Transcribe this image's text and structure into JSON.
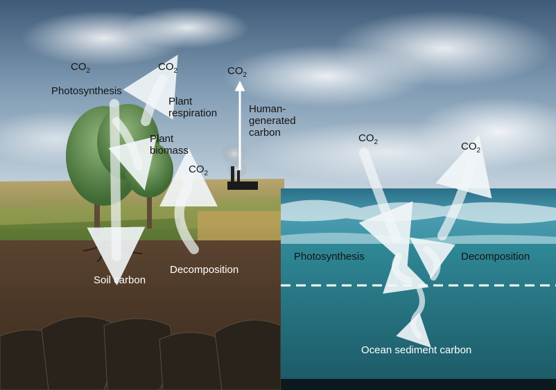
{
  "diagram": {
    "co2_tokens": {
      "photosynthesis_land": {
        "main": "CO",
        "sub": "2"
      },
      "plant_respiration": {
        "main": "CO",
        "sub": "2"
      },
      "human": {
        "main": "CO",
        "sub": "2"
      },
      "decomposition_land": {
        "main": "CO",
        "sub": "2"
      },
      "ocean_in": {
        "main": "CO",
        "sub": "2"
      },
      "ocean_out": {
        "main": "CO",
        "sub": "2"
      }
    },
    "labels": {
      "photosynthesis_land": "Photosynthesis",
      "plant_respiration": [
        "Plant",
        "respiration"
      ],
      "human_generated": [
        "Human-",
        "generated",
        "carbon"
      ],
      "plant_biomass": [
        "Plant",
        "biomass"
      ],
      "decomposition_land": "Decomposition",
      "soil_carbon": "Soil carbon",
      "ocean_photosynthesis": "Photosynthesis",
      "ocean_decomposition": "Decomposition",
      "ocean_sediment": "Ocean sediment carbon"
    },
    "colors": {
      "sky_top": "#3d5a78",
      "sky_bottom": "#c4d2dd",
      "soil": "#4e3a27",
      "ocean_surface": "#2f7e94",
      "ocean_deep": "#22697a",
      "arrow": "#f2f6f8"
    }
  }
}
